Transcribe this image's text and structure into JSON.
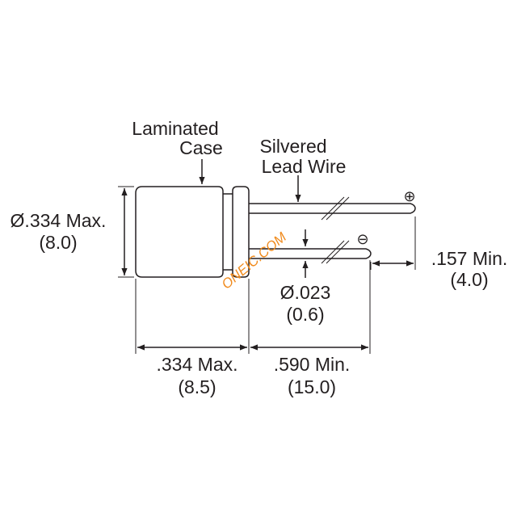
{
  "labels": {
    "laminated_case_line1": "Laminated",
    "laminated_case_line2": "Case",
    "silvered_lead_line1": "Silvered",
    "silvered_lead_line2": "Lead Wire",
    "diameter_case": "Ø.334 Max.",
    "diameter_case_metric": "(8.0)",
    "lead_spacing": ".157 Min.",
    "lead_spacing_metric": "(4.0)",
    "lead_diameter": "Ø.023",
    "lead_diameter_metric": "(0.6)",
    "case_length": ".334 Max.",
    "case_length_metric": "(8.5)",
    "lead_length": ".590 Min.",
    "lead_length_metric": "(15.0)"
  },
  "polarity": {
    "positive": "⊕",
    "negative": "⊖"
  },
  "watermark": "ONEIC.COM",
  "colors": {
    "line": "#231f20",
    "watermark": "#f08a1c"
  }
}
